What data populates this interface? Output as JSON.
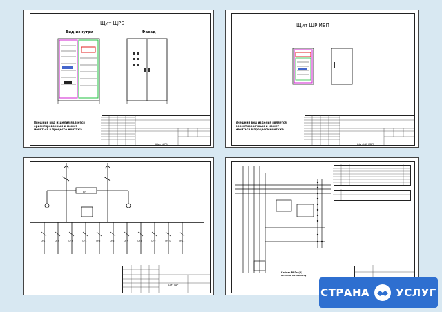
{
  "sheet1": {
    "title": "Щит ЩРБ",
    "view_inside": "Вид изнутри",
    "facade": "Фасад",
    "note": "Внешний вид изделия является ориентировочным и может меняться в процессе монтажа",
    "stamp_text": "Щит ЩРБ"
  },
  "sheet2": {
    "title": "Щит ЩР ИБП",
    "note": "Внешний вид изделия является ориентировочным и может меняться в процессе монтажа",
    "stamp_text": "Щит ЩР ИБП"
  },
  "sheet3": {
    "stamp_text": "Щит ЩР",
    "center_label": "ВР",
    "breaker_labels": [
      "QF1",
      "QF2",
      "QF3",
      "QF4",
      "QF5",
      "QF6",
      "QF7",
      "QF8",
      "QF9",
      "QF10",
      "QF11"
    ]
  },
  "sheet4": {
    "note": "Кабель ВВГнг(А) сечение по проекту"
  },
  "watermark": {
    "left": "СТРАНА",
    "right": "УСЛУГ"
  },
  "colors": {
    "background": "#d8e8f2",
    "badge": "#2e6fd0",
    "panel_magenta": "#d020d0",
    "panel_green": "#20c040",
    "panel_red": "#e02020"
  }
}
